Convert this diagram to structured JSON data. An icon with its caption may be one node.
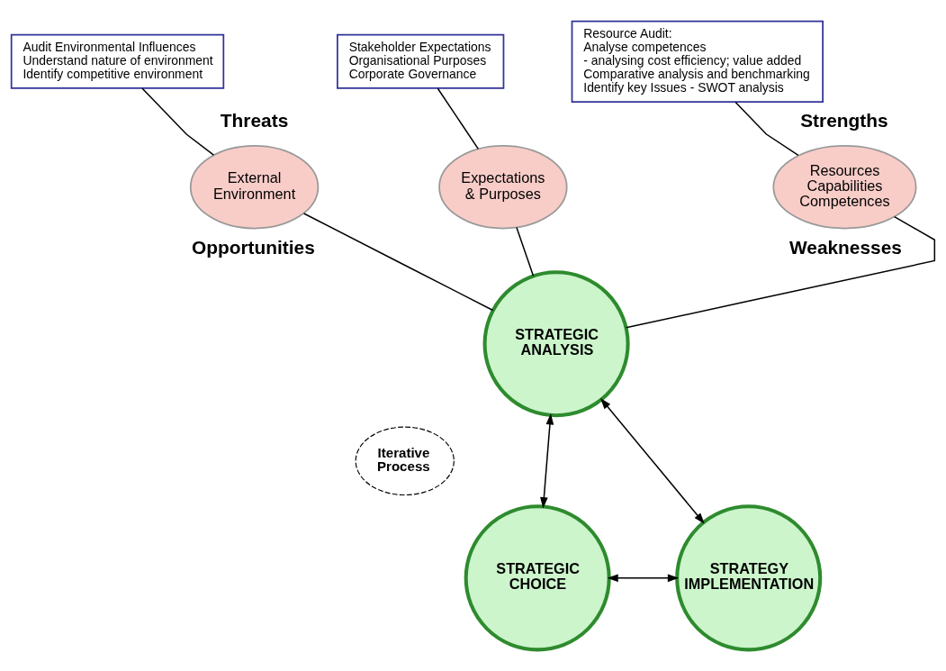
{
  "diagram": {
    "nodes": [
      {
        "text": [
          "Audit Environmental Influences",
          "Understand nature of environment",
          "Identify competitive environment"
        ]
      },
      {
        "text": [
          "Stakeholder Expectations",
          "Organisational Purposes",
          "Corporate Governance"
        ]
      },
      {
        "text": [
          "Resource Audit:",
          "Analyse competences",
          "- analysing cost efficiency; value added",
          "Comparative analysis and benchmarking",
          "Identify key Issues - SWOT analysis"
        ]
      },
      {
        "text": [
          "External Environment"
        ],
        "beside": [
          "Threats",
          "Opportunities"
        ]
      },
      {
        "text": [
          "Expectations & Purposes"
        ]
      },
      {
        "text": [
          "Resources Capabilities Competences"
        ],
        "beside": [
          "Strengths",
          "Weaknesses"
        ]
      },
      {
        "text": [
          "STRATEGIC ANALYSIS"
        ]
      },
      {
        "text": [
          "Iterative Process"
        ]
      },
      {
        "text": [
          "STRATEGIC CHOICE"
        ]
      },
      {
        "text": [
          "STRATEGY IMPLEMENTATION"
        ]
      }
    ],
    "edges": [
      {
        "from": 0,
        "to": 3,
        "arrow": "none"
      },
      {
        "from": 1,
        "to": 4,
        "arrow": "none"
      },
      {
        "from": 2,
        "to": 5,
        "arrow": "none"
      },
      {
        "from": 3,
        "to": 6,
        "arrow": "none"
      },
      {
        "from": 4,
        "to": 6,
        "arrow": "none"
      },
      {
        "from": 5,
        "to": 6,
        "arrow": "none"
      },
      {
        "from": 6,
        "to": 8,
        "arrow": "both"
      },
      {
        "from": 6,
        "to": 9,
        "arrow": "both"
      },
      {
        "from": 8,
        "to": 9,
        "arrow": "both"
      }
    ]
  }
}
